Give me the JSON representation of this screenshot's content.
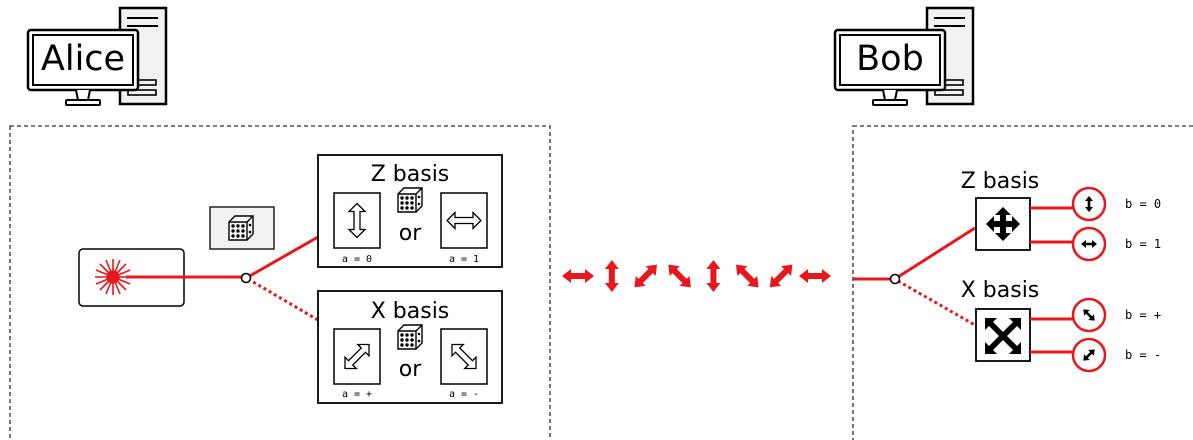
{
  "alice": {
    "name": "Alice",
    "z_basis_title": "Z basis",
    "x_basis_title": "X basis",
    "or_label": "or",
    "z_outcomes": [
      "a = 0",
      "a = 1"
    ],
    "x_outcomes": [
      "a = +",
      "a = -"
    ]
  },
  "bob": {
    "name": "Bob",
    "z_basis_title": "Z basis",
    "x_basis_title": "X basis",
    "z_outcomes": [
      "b = 0",
      "b = 1"
    ],
    "x_outcomes": [
      "b = +",
      "b = -"
    ]
  },
  "photon_stream": [
    "horizontal",
    "vertical",
    "diagonal",
    "antidiagonal",
    "vertical",
    "antidiagonal",
    "diagonal",
    "horizontal"
  ],
  "colors": {
    "accent": "#e8171b",
    "line": "#000000",
    "box_fill": "#ffffff",
    "panel_border": "#555555",
    "computer_gray": "#f2f2f2"
  },
  "icons": [
    "computer-icon",
    "laser-icon",
    "dice-icon",
    "polarizer-icon",
    "detector-icon",
    "beam-splitter-icon"
  ]
}
